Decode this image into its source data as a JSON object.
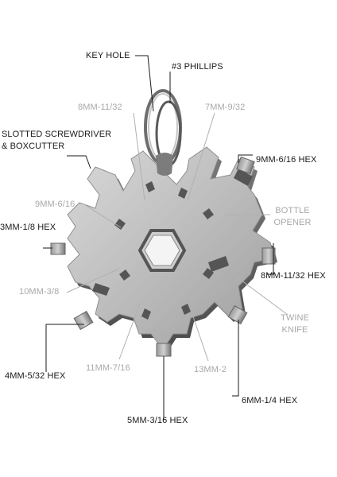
{
  "labels": {
    "key_hole": "KEY HOLE",
    "phillips": "#3 PHILLIPS",
    "mm8_11_32_top": "8MM-11/32",
    "mm7_9_32": "7MM-9/32",
    "slotted_line1": "SLOTTED SCREWDRIVER",
    "slotted_line2": "& BOXCUTTER",
    "mm9_6_16_hex": "9MM-6/16 HEX",
    "mm9_6_16": "9MM-6/16",
    "bottle_line1": "BOTTLE",
    "bottle_line2": "OPENER",
    "mm3_1_8_hex": "3MM-1/8 HEX",
    "mm8_11_32_hex": "8MM-11/32 HEX",
    "mm10_3_8": "10MM-3/8",
    "twine_line1": "TWINE",
    "twine_line2": "KNIFE",
    "mm11_7_16": "11MM-7/16",
    "mm13_2": "13MM-2",
    "mm4_5_32_hex": "4MM-5/32 HEX",
    "mm6_1_4_hex": "6MM-1/4 HEX",
    "mm5_3_16_hex": "5MM-3/16 HEX"
  },
  "colors": {
    "dark_label": "#1a1a1a",
    "light_label": "#a8a8a8",
    "tool_metal": "#bdbdbd",
    "hex_bit": "#8a8a8a"
  }
}
